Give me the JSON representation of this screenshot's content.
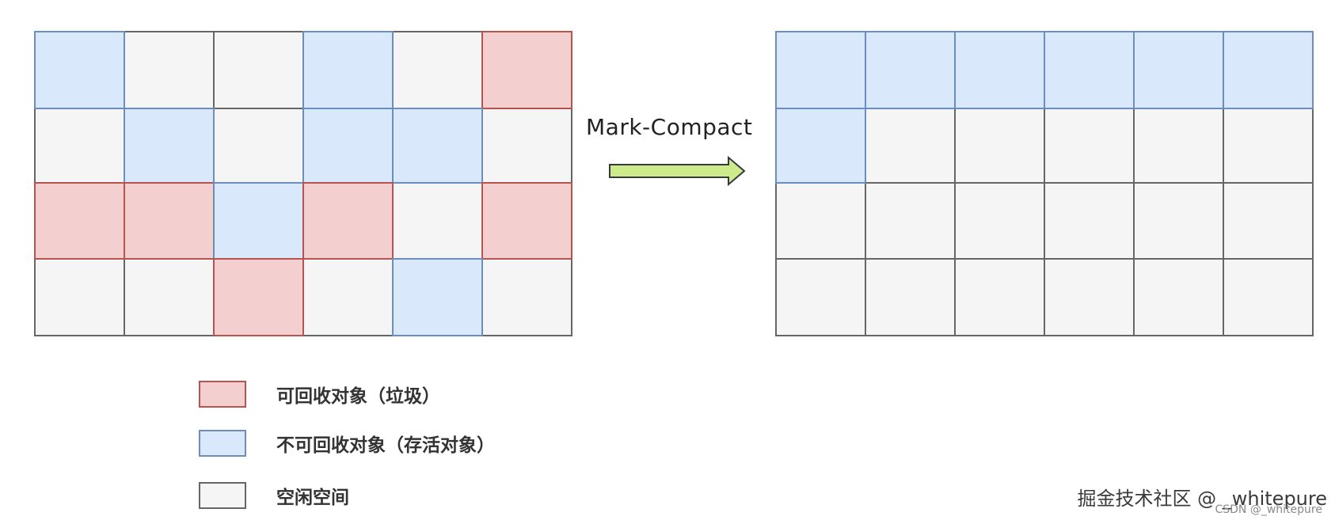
{
  "diagram": {
    "before_grid": [
      [
        "live",
        "free",
        "free",
        "live",
        "free",
        "garbage"
      ],
      [
        "free",
        "live",
        "free",
        "live",
        "live",
        "free"
      ],
      [
        "garbage",
        "garbage",
        "live",
        "garbage",
        "free",
        "garbage"
      ],
      [
        "free",
        "free",
        "garbage",
        "free",
        "live",
        "free"
      ]
    ],
    "after_grid": [
      [
        "live",
        "live",
        "live",
        "live",
        "live",
        "live"
      ],
      [
        "live",
        "free",
        "free",
        "free",
        "free",
        "free"
      ],
      [
        "free",
        "free",
        "free",
        "free",
        "free",
        "free"
      ],
      [
        "free",
        "free",
        "free",
        "free",
        "free",
        "free"
      ]
    ],
    "arrow_label": "Mark-Compact"
  },
  "legend": {
    "garbage_label": "可回收对象（垃圾）",
    "live_label": "不可回收对象（存活对象）",
    "free_label": "空闲空间"
  },
  "colors": {
    "garbage_fill": "#f4cfcf",
    "garbage_border": "#b85450",
    "live_fill": "#dae8fc",
    "live_border": "#6c8ebf",
    "free_fill": "#f5f5f5",
    "free_border": "#666666",
    "arrow_fill": "#cdeb8b",
    "arrow_border": "#36393d"
  },
  "watermark": {
    "main": "掘金技术社区 @ _whitepure",
    "small": "CSDN @_whitepure"
  }
}
